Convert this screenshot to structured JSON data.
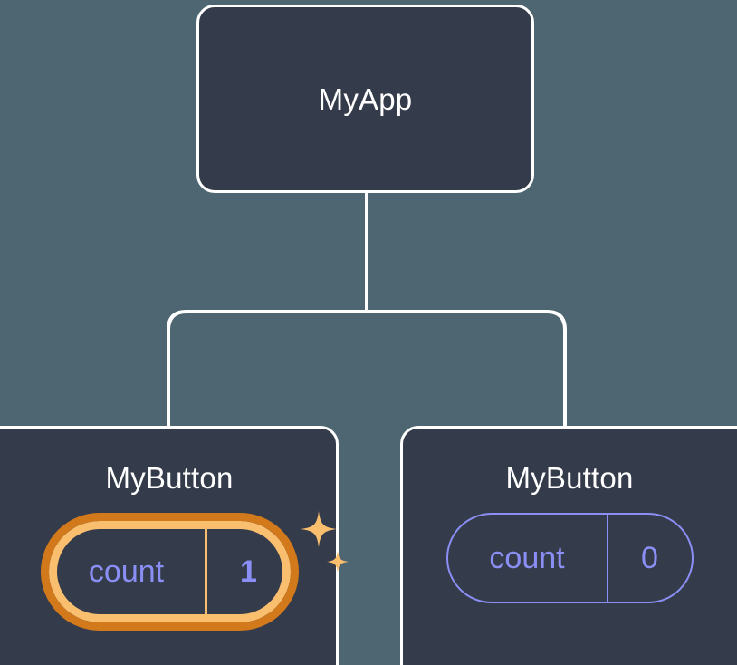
{
  "canvas": {
    "background_color": "#4d6671",
    "node_fill_color": "#343b4a",
    "node_border_color": "#ffffff",
    "connector_color": "#ffffff",
    "state_text_color": "#8b8ff5",
    "highlight_outer_color": "#d2791c",
    "highlight_inner_color": "#f9be6e",
    "sparkle_color": "#f9be6e"
  },
  "tree": {
    "root": {
      "title": "MyApp"
    },
    "children": [
      {
        "title": "MyButton",
        "state": {
          "key": "count",
          "value": "1"
        },
        "highlighted": true,
        "sparkle_icons": [
          "sparkle-large-icon",
          "sparkle-small-icon"
        ]
      },
      {
        "title": "MyButton",
        "state": {
          "key": "count",
          "value": "0"
        },
        "highlighted": false
      }
    ]
  }
}
